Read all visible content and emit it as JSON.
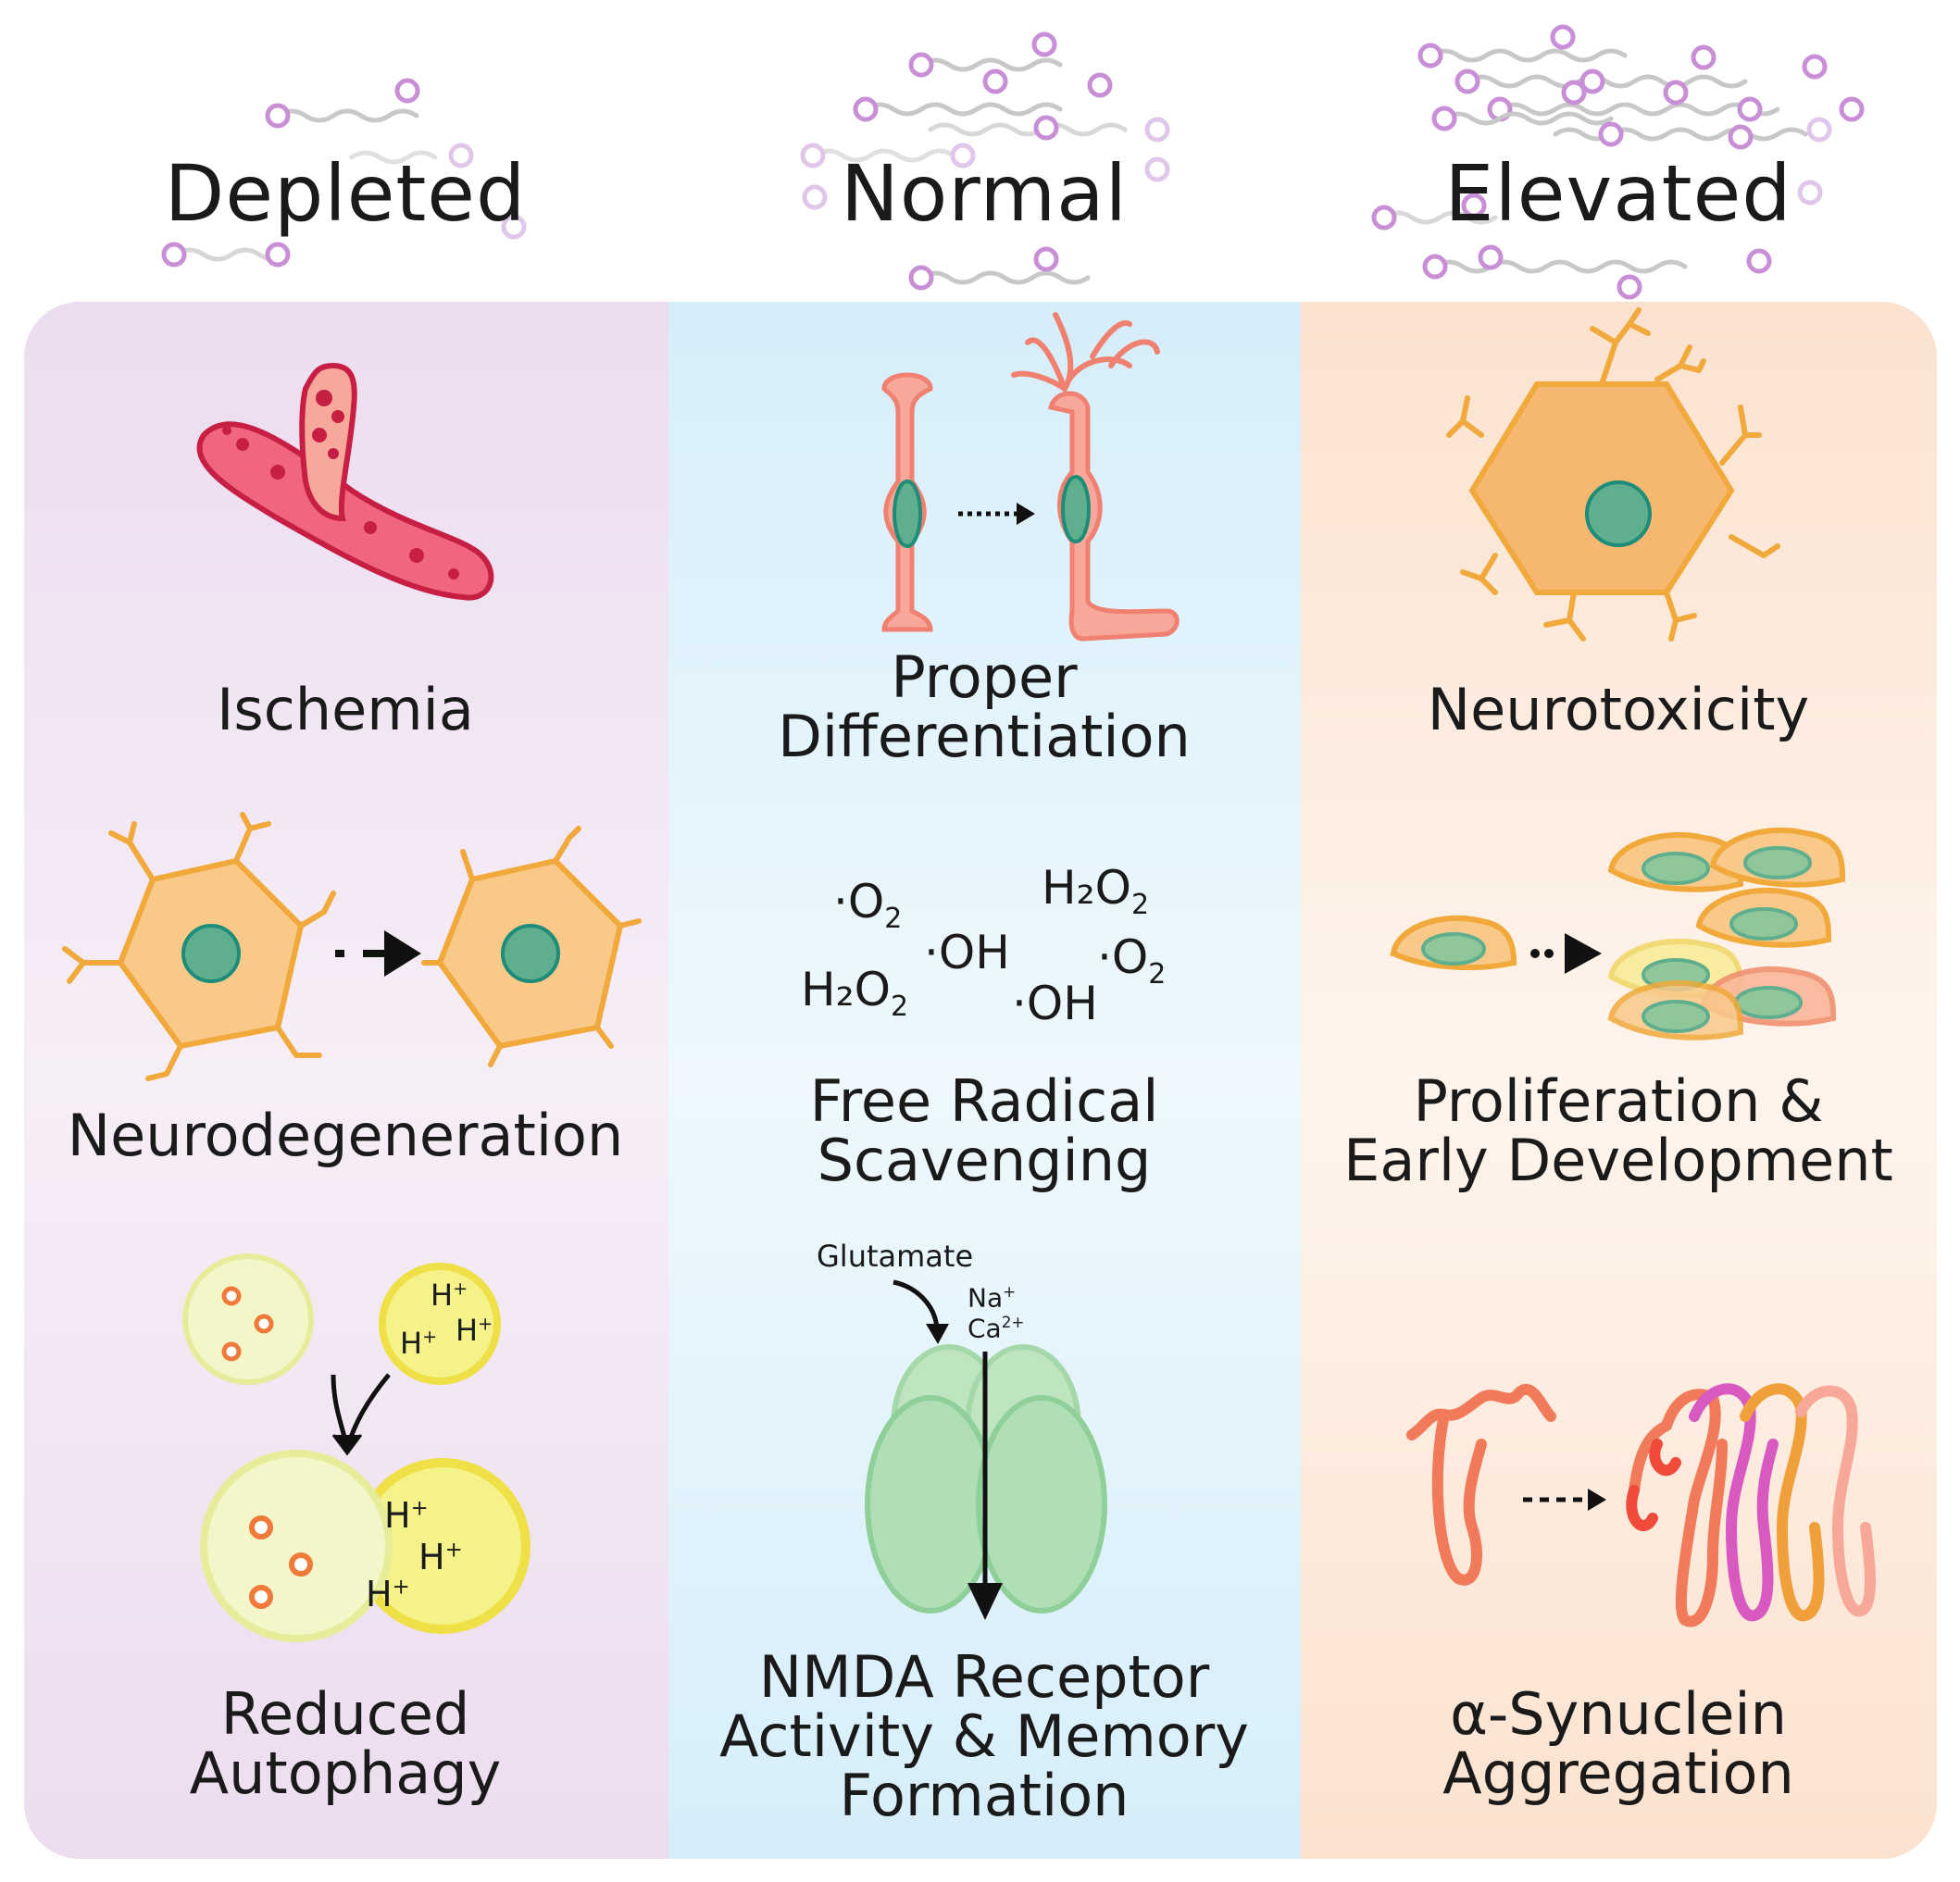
{
  "columns": [
    {
      "id": "depleted",
      "title": "Depleted",
      "items": [
        {
          "id": "ischemia",
          "lines": [
            "Ischemia"
          ]
        },
        {
          "id": "neurodegeneration",
          "lines": [
            "Neurodegeneration"
          ]
        },
        {
          "id": "reduced-autophagy",
          "lines": [
            "Reduced",
            "Autophagy"
          ]
        }
      ]
    },
    {
      "id": "normal",
      "title": "Normal",
      "items": [
        {
          "id": "proper-differentiation",
          "lines": [
            "Proper",
            "Differentiation"
          ]
        },
        {
          "id": "free-radical",
          "lines": [
            "Free Radical",
            "Scavenging"
          ]
        },
        {
          "id": "nmda",
          "lines": [
            "NMDA Receptor",
            "Activity & Memory",
            "Formation"
          ]
        }
      ]
    },
    {
      "id": "elevated",
      "title": "Elevated",
      "items": [
        {
          "id": "neurotoxicity",
          "lines": [
            "Neurotoxicity"
          ]
        },
        {
          "id": "proliferation",
          "lines": [
            "Proliferation &",
            "Early Development"
          ]
        },
        {
          "id": "synuclein",
          "lines": [
            "α-Synuclein",
            "Aggregation"
          ]
        }
      ]
    }
  ],
  "chemicals": {
    "o2a": "·O",
    "o2b": "·O",
    "h2o2a": "H₂O",
    "h2o2b": "H₂O",
    "oha": "·OH",
    "ohb": "·OH",
    "sub2": "2"
  },
  "ions": {
    "h": "H",
    "plus": "+",
    "na": "Na",
    "ca": "Ca",
    "ca_charge": "2+"
  },
  "glutamate": "Glutamate",
  "colors": {
    "depleted_bg": "#efe2f2",
    "normal_bg": "#dcf0fa",
    "elevated_bg": "#fbe6d6",
    "neuron_fill": "#f9c98a",
    "neuron_stroke": "#f0a93a",
    "nucleus": "#5fae8e",
    "vessel": "#e0345a",
    "lysosome": "#f2f29a",
    "receptor": "#a9dcae",
    "molecule": "#c88fd6"
  }
}
